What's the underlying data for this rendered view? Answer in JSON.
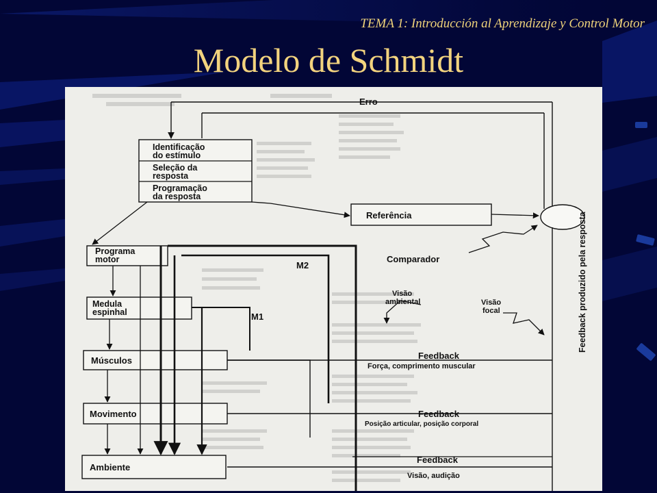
{
  "header": {
    "tema": "TEMA 1: Introducción al Aprendizaje y Control Motor"
  },
  "slide": {
    "title": "Modelo de Schmidt"
  },
  "diagram": {
    "erro": "Erro",
    "stages": [
      [
        "Identificação",
        "do estímulo"
      ],
      [
        "Seleção da",
        "resposta"
      ],
      [
        "Programação",
        "da resposta"
      ]
    ],
    "referencia": "Referência",
    "comparador": "Comparador",
    "programa_motor": [
      "Programa",
      "motor"
    ],
    "medula": [
      "Medula",
      "espinhal"
    ],
    "musculos": "Músculos",
    "movimento": "Movimento",
    "ambiente": "Ambiente",
    "m2": "M2",
    "m1": "M1",
    "visao_ambiental": [
      "Visão",
      "ambiental"
    ],
    "visao_focal": [
      "Visão",
      "focal"
    ],
    "feedback_label": "Feedback",
    "feedback_1_detail": "Força, comprimento muscular",
    "feedback_2_detail": "Posição articular, posição corporal",
    "feedback_3_detail": "Visão, audição",
    "vertical_label": "Feedback produzido pela resposta"
  },
  "colors": {
    "background": "#020636",
    "accent_text": "#f2d37e",
    "figure_bg": "#eeeeea"
  }
}
